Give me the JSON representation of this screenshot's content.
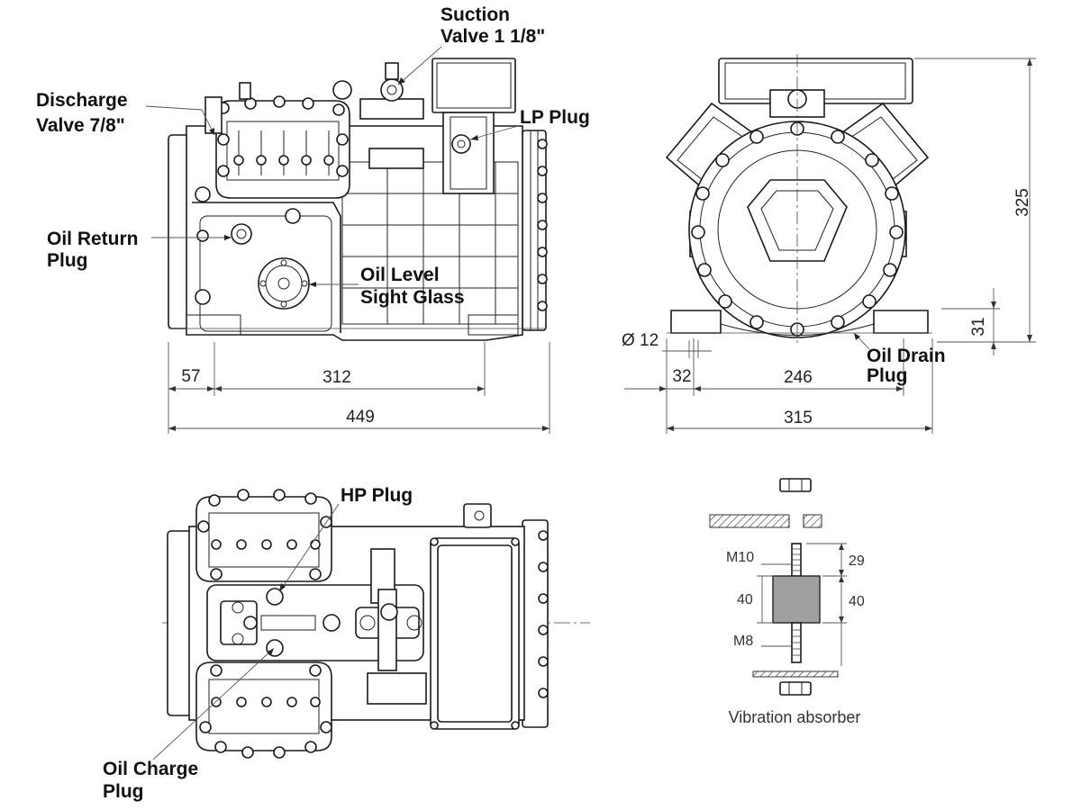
{
  "labels": {
    "suction_l1": "Suction",
    "suction_l2": "Valve 1 1/8\"",
    "discharge_l1": "Discharge",
    "discharge_l2": "Valve 7/8\"",
    "lp_plug": "LP Plug",
    "oil_return_l1": "Oil Return",
    "oil_return_l2": "Plug",
    "oil_level_l1": "Oil Level",
    "oil_level_l2": "Sight Glass",
    "oil_drain_l1": "Oil Drain",
    "oil_drain_l2": "Plug",
    "hp_plug": "HP Plug",
    "oil_charge_l1": "Oil Charge",
    "oil_charge_l2": "Plug"
  },
  "dimensions": {
    "side_57": "57",
    "side_312": "312",
    "side_449": "449",
    "front_dia12": "Ø 12",
    "front_32": "32",
    "front_246": "246",
    "front_315": "315",
    "front_325": "325",
    "front_31": "31",
    "vib_m10": "M10",
    "vib_29": "29",
    "vib_40_left": "40",
    "vib_40_right": "40",
    "vib_m8": "M8"
  },
  "vibration_caption": "Vibration absorber",
  "colors": {
    "line": "#1a1a1a",
    "rubber": "#a0a0a0",
    "hatch": "#333333"
  }
}
